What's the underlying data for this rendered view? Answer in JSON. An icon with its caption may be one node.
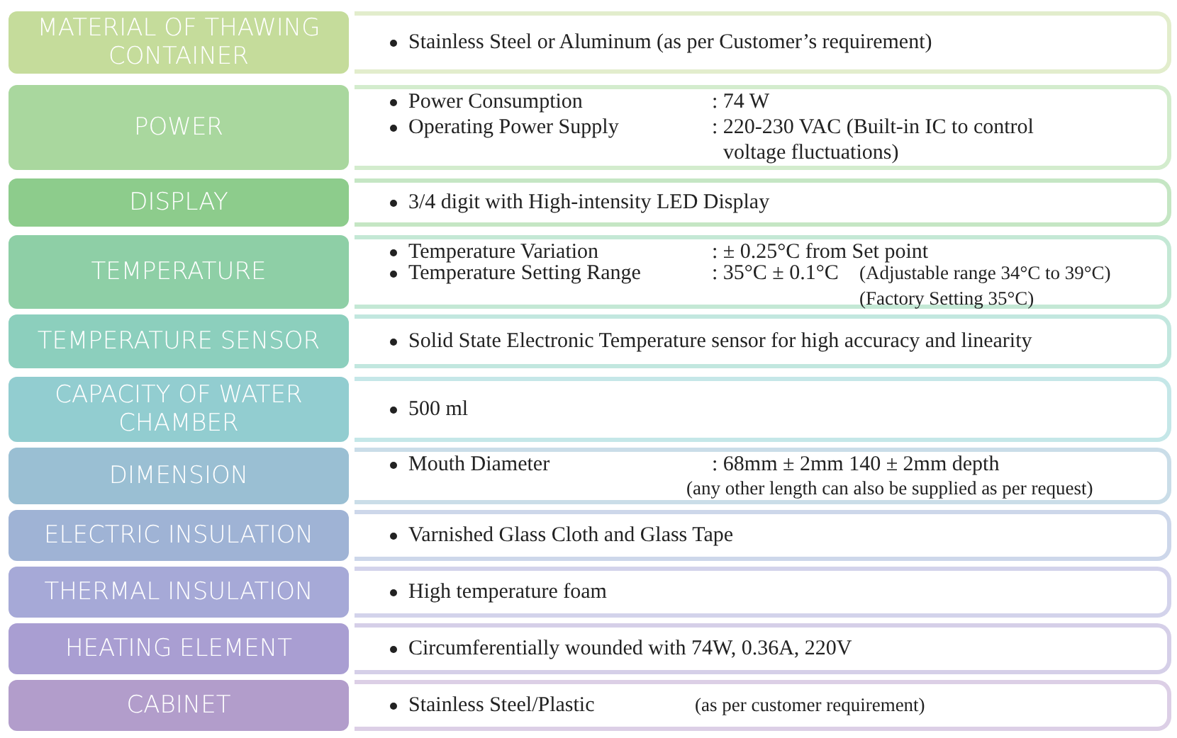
{
  "diagram": {
    "nodes": [
      {
        "text": [
          "MATERIAL OF THAWING CONTAINER"
        ]
      },
      {
        "text": [
          "Stainless Steel or Aluminum (as per Customer’s requirement)"
        ]
      },
      {
        "text": [
          "POWER"
        ]
      },
      {
        "text": [
          "Power Consumption",
          ": 74 W",
          "Operating Power Supply",
          ": 220-230 VAC (Built-in IC to control voltage fluctuations)"
        ]
      },
      {
        "text": [
          "DISPLAY"
        ]
      },
      {
        "text": [
          "3/4 digit with High-intensity LED Display"
        ]
      },
      {
        "text": [
          "TEMPERATURE"
        ]
      },
      {
        "text": [
          "Temperature Variation",
          ": ± 0.25°C from Set point",
          "Temperature Setting Range",
          ": 35°C ± 0.1°C",
          "(Adjustable range 34°C to 39°C) (Factory Setting 35°C)"
        ]
      },
      {
        "text": [
          "TEMPERATURE SENSOR"
        ]
      },
      {
        "text": [
          "Solid State Electronic Temperature sensor for high accuracy and linearity"
        ]
      },
      {
        "text": [
          "CAPACITY OF WATER CHAMBER"
        ]
      },
      {
        "text": [
          "500 ml"
        ]
      },
      {
        "text": [
          "DIMENSION"
        ]
      },
      {
        "text": [
          "Mouth Diameter",
          ": 68mm ± 2mm 140 ± 2mm depth",
          "(any other length can also be supplied as per request)"
        ]
      },
      {
        "text": [
          "ELECTRIC INSULATION"
        ]
      },
      {
        "text": [
          "Varnished Glass Cloth and Glass Tape"
        ]
      },
      {
        "text": [
          "THERMAL INSULATION"
        ]
      },
      {
        "text": [
          "High temperature foam"
        ]
      },
      {
        "text": [
          "HEATING ELEMENT"
        ]
      },
      {
        "text": [
          "Circumferentially wounded with 74W, 0.36A, 220V"
        ]
      },
      {
        "text": [
          "CABINET"
        ]
      },
      {
        "text": [
          "Stainless Steel/Plastic",
          "(as per customer requirement)"
        ]
      }
    ]
  }
}
